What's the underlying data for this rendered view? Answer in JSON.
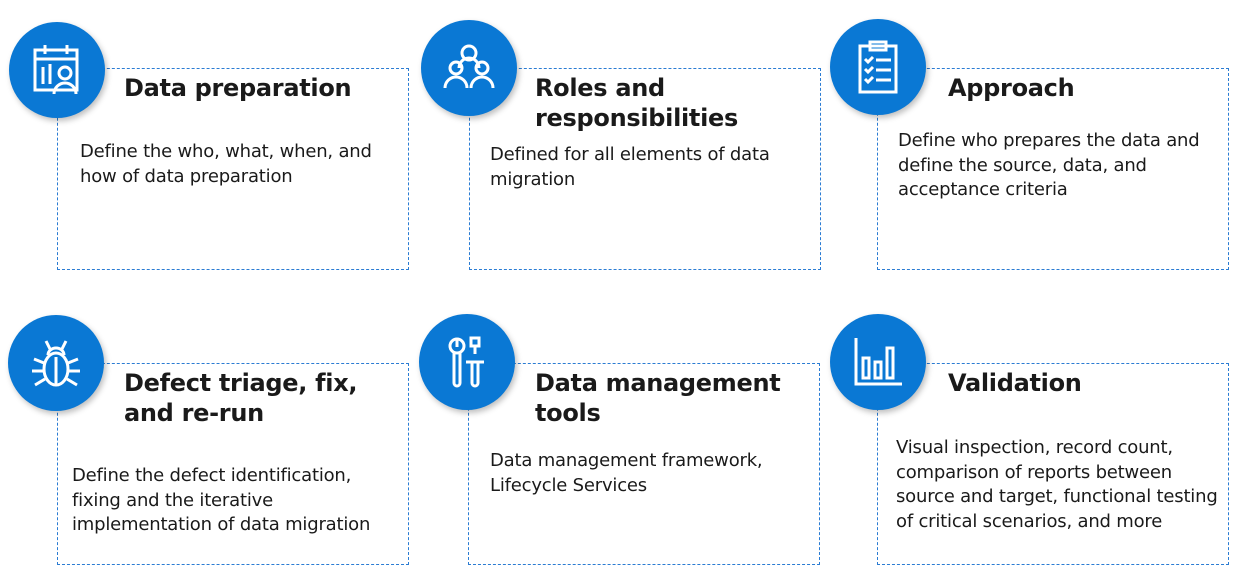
{
  "accent_color": "#0a78d4",
  "cards": [
    {
      "title": "Data preparation",
      "body": "Define the who, what, when, and how of data preparation",
      "icon": "calendar-person-icon"
    },
    {
      "title": "Roles and responsibilities",
      "body": "Defined for all elements of data migration",
      "icon": "people-group-icon"
    },
    {
      "title": "Approach",
      "body": "Define who prepares the data and define the source, data, and acceptance criteria",
      "icon": "clipboard-checklist-icon"
    },
    {
      "title": "Defect triage, fix, and re-run",
      "body": "Define the defect identification, fixing and the iterative implementation of data migration",
      "icon": "bug-icon"
    },
    {
      "title": "Data management tools",
      "body": "Data management framework, Lifecycle Services",
      "icon": "tools-icon"
    },
    {
      "title": "Validation",
      "body": "Visual inspection, record count, comparison of reports between source and target, functional testing of critical scenarios, and more",
      "icon": "bar-chart-icon"
    }
  ]
}
